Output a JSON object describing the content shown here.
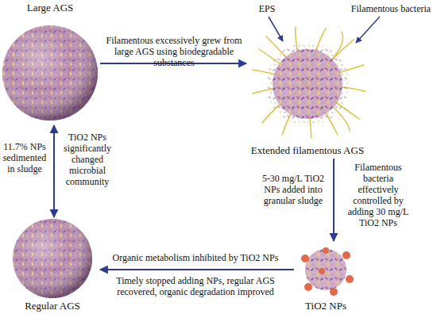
{
  "diagram": {
    "nodes": [
      {
        "text": [
          "Large AGS"
        ]
      },
      {
        "text": [
          "Extended filamentous AGS"
        ]
      },
      {
        "text": [
          "Regular AGS"
        ]
      },
      {
        "text": [
          "TiO2 NPs"
        ]
      }
    ],
    "edges": [
      {
        "from": 0,
        "to": 1,
        "arrow": "to",
        "label": "Filamentous excessively grew from large AGS using biodegradable substances"
      },
      {
        "from": 1,
        "to": 3,
        "arrow": "to",
        "label": "Filamentous bacteria effectively controlled by adding 30 mg/L TiO2 NPs"
      },
      {
        "from": 3,
        "to": 2,
        "arrow": "to",
        "label": "Organic metabolism inhibited by TiO2 NPs"
      },
      {
        "from": 2,
        "to": 0,
        "arrow": "both",
        "label": "TiO2 NPs significantly changed microbial community"
      }
    ],
    "labels": [
      "EPS",
      "Filamentous bacteria",
      "5-30 mg/L TiO2 NPs added into granular sludge",
      "Timely stopped adding NPs, regular AGS recovered, organic degradation improved",
      "11.7% NPs sedimented in sludge"
    ]
  }
}
